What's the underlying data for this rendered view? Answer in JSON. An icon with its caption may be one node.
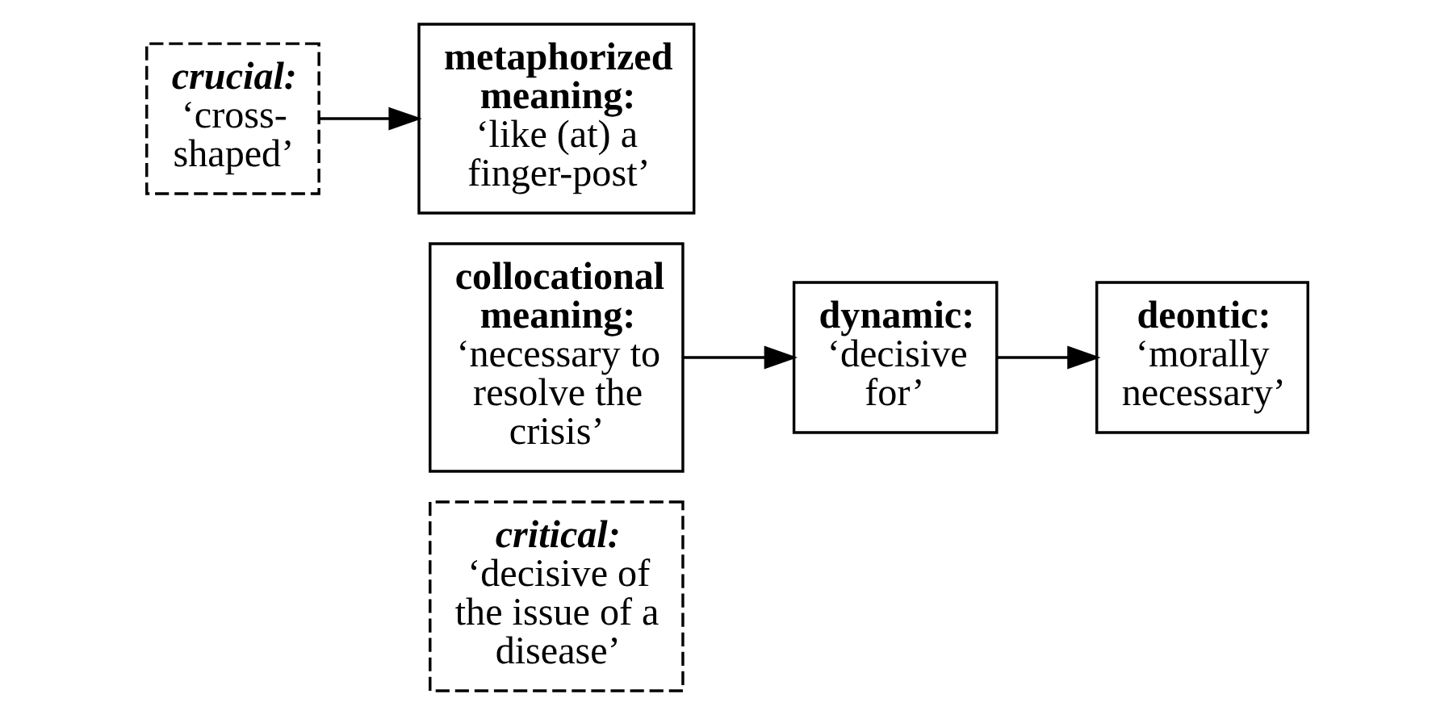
{
  "diagram": {
    "nodes": [
      {
        "text": [
          "crucial:",
          "‘cross-shaped’"
        ]
      },
      {
        "text": [
          "metaphorized meaning:",
          "‘like (at) a finger-post’"
        ]
      },
      {
        "text": [
          "collocational meaning:",
          "‘necessary to resolve the crisis’"
        ]
      },
      {
        "text": [
          "critical:",
          "‘decisive of the issue of a disease’"
        ]
      },
      {
        "text": [
          "dynamic:",
          "‘decisive for’"
        ]
      },
      {
        "text": [
          "deontic:",
          "‘morally necessary’"
        ]
      }
    ],
    "edges": [
      {
        "from": 0,
        "to": 1,
        "arrow": "to"
      },
      {
        "from": 2,
        "to": 4,
        "arrow": "to"
      },
      {
        "from": 4,
        "to": 5,
        "arrow": "to"
      }
    ]
  }
}
